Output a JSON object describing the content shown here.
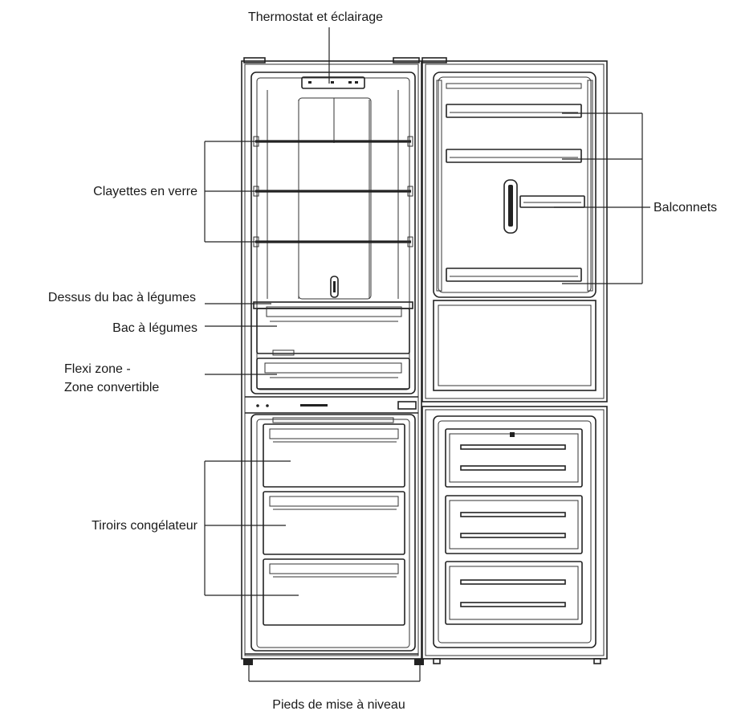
{
  "labels": {
    "thermostat": "Thermostat et éclairage",
    "shelves": "Clayettes en verre",
    "crisper_cover": "Dessus du bac à légumes",
    "crisper": "Bac à légumes",
    "flexi_line1": "Flexi zone -",
    "flexi_line2": "Zone convertible",
    "freezer_drawers": "Tiroirs congélateur",
    "door_balconies": "Balconnets",
    "feet": "Pieds de mise à niveau"
  }
}
